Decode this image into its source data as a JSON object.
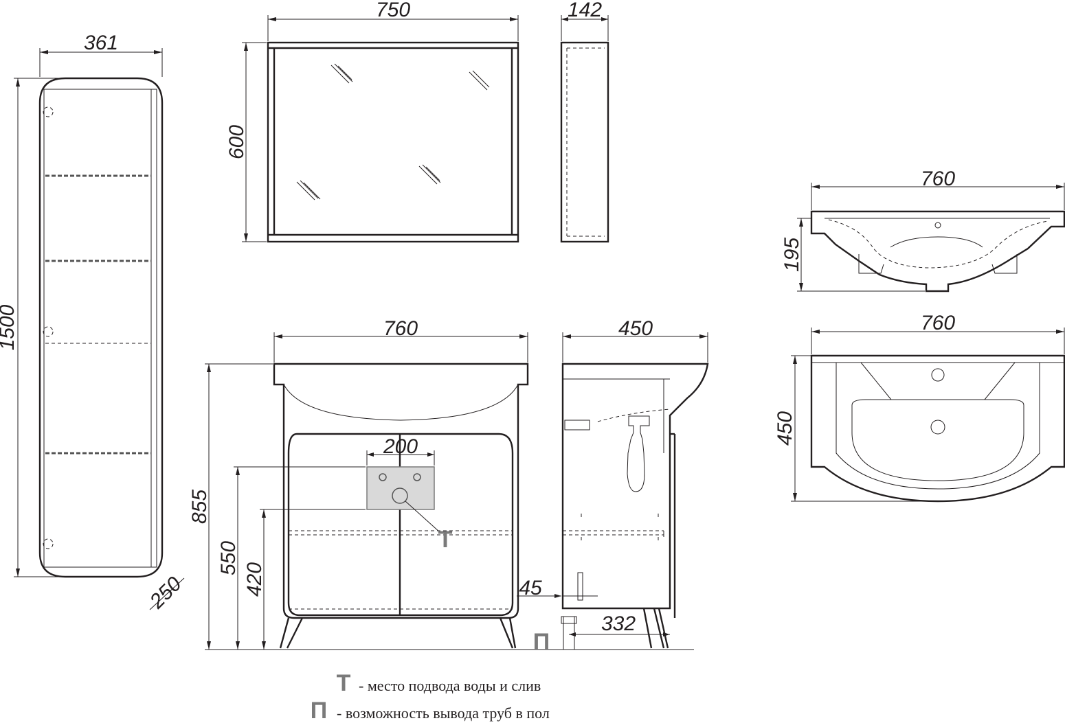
{
  "dimensions": {
    "cabinet_width": "361",
    "cabinet_height": "1500",
    "cabinet_depth": "250",
    "mirror_width": "750",
    "mirror_height": "600",
    "mirror_depth": "142",
    "sink_side_width": "760",
    "sink_side_height": "195",
    "sink_top_width": "760",
    "sink_top_depth": "450",
    "vanity_width": "760",
    "vanity_height": "855",
    "plate_width": "200",
    "plate_height_550": "550",
    "plate_height_420": "420",
    "vanity_depth": "450",
    "pipe_offset": "45",
    "pipe_depth": "332"
  },
  "legend": [
    {
      "symbol": "Т",
      "text": "- место подвода воды и слив"
    },
    {
      "symbol": "П",
      "text": "- возможность вывода труб в пол"
    }
  ],
  "markers": {
    "water": "Т",
    "floor": "П"
  }
}
